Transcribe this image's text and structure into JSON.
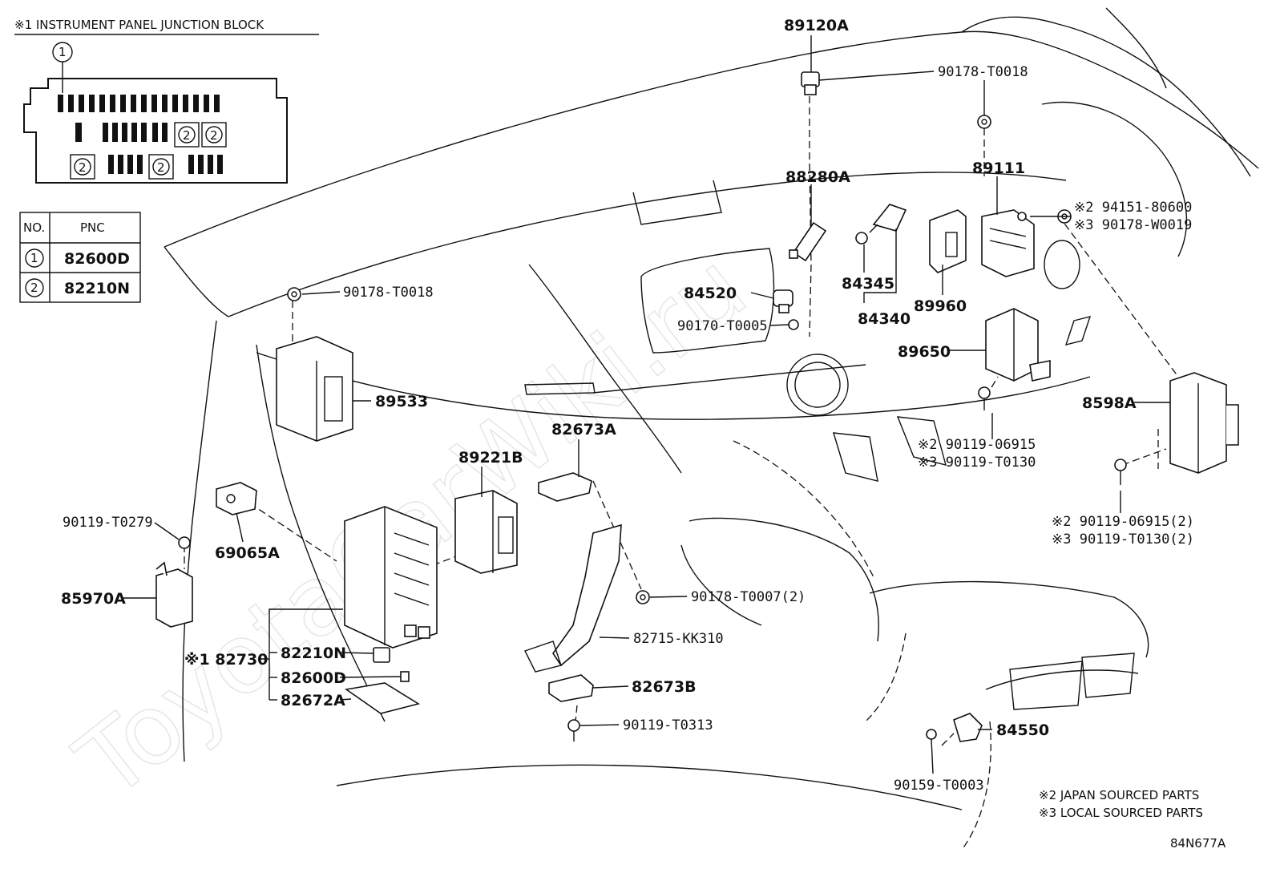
{
  "junction_block": {
    "title": "※1 INSTRUMENT PANEL JUNCTION BLOCK",
    "callout_1": "1",
    "callout_2": "2"
  },
  "pnc_table": {
    "header_no": "NO.",
    "header_pnc": "PNC",
    "rows": [
      {
        "no": "1",
        "pnc": "82600D"
      },
      {
        "no": "2",
        "pnc": "82210N"
      }
    ]
  },
  "labels": {
    "p89120A": "89120A",
    "p90178_T0018_top": "90178-T0018",
    "p89111": "89111",
    "p94151": "※2 94151-80600",
    "p90178_W0019": "※3 90178-W0019",
    "p88280A": "88280A",
    "p84520": "84520",
    "p90170_T0005": "90170-T0005",
    "p84345": "84345",
    "p84340": "84340",
    "p89960": "89960",
    "p89650": "89650",
    "p90178_T0018_left": "90178-T0018",
    "p89533": "89533",
    "p8598A": "8598A",
    "p90119_06915": "※2 90119-06915",
    "p90119_T0130": "※3 90119-T0130",
    "p90119_06915_2": "※2 90119-06915(2)",
    "p90119_T0130_2": "※3 90119-T0130(2)",
    "p82673A": "82673A",
    "p89221B": "89221B",
    "p90119_T0279": "90119-T0279",
    "p69065A": "69065A",
    "p85970A": "85970A",
    "p82730": "※1 82730",
    "p82210N": "82210N",
    "p82600D": "82600D",
    "p82672A": "82672A",
    "p90178_T0007": "90178-T0007(2)",
    "p82715": "82715-KK310",
    "p82673B": "82673B",
    "p90119_T0313": "90119-T0313",
    "p84550": "84550",
    "p90159_T0003": "90159-T0003"
  },
  "notes": {
    "japan": "※2 JAPAN SOURCED PARTS",
    "local": "※3 LOCAL SOURCED PARTS",
    "code": "84N677A"
  }
}
